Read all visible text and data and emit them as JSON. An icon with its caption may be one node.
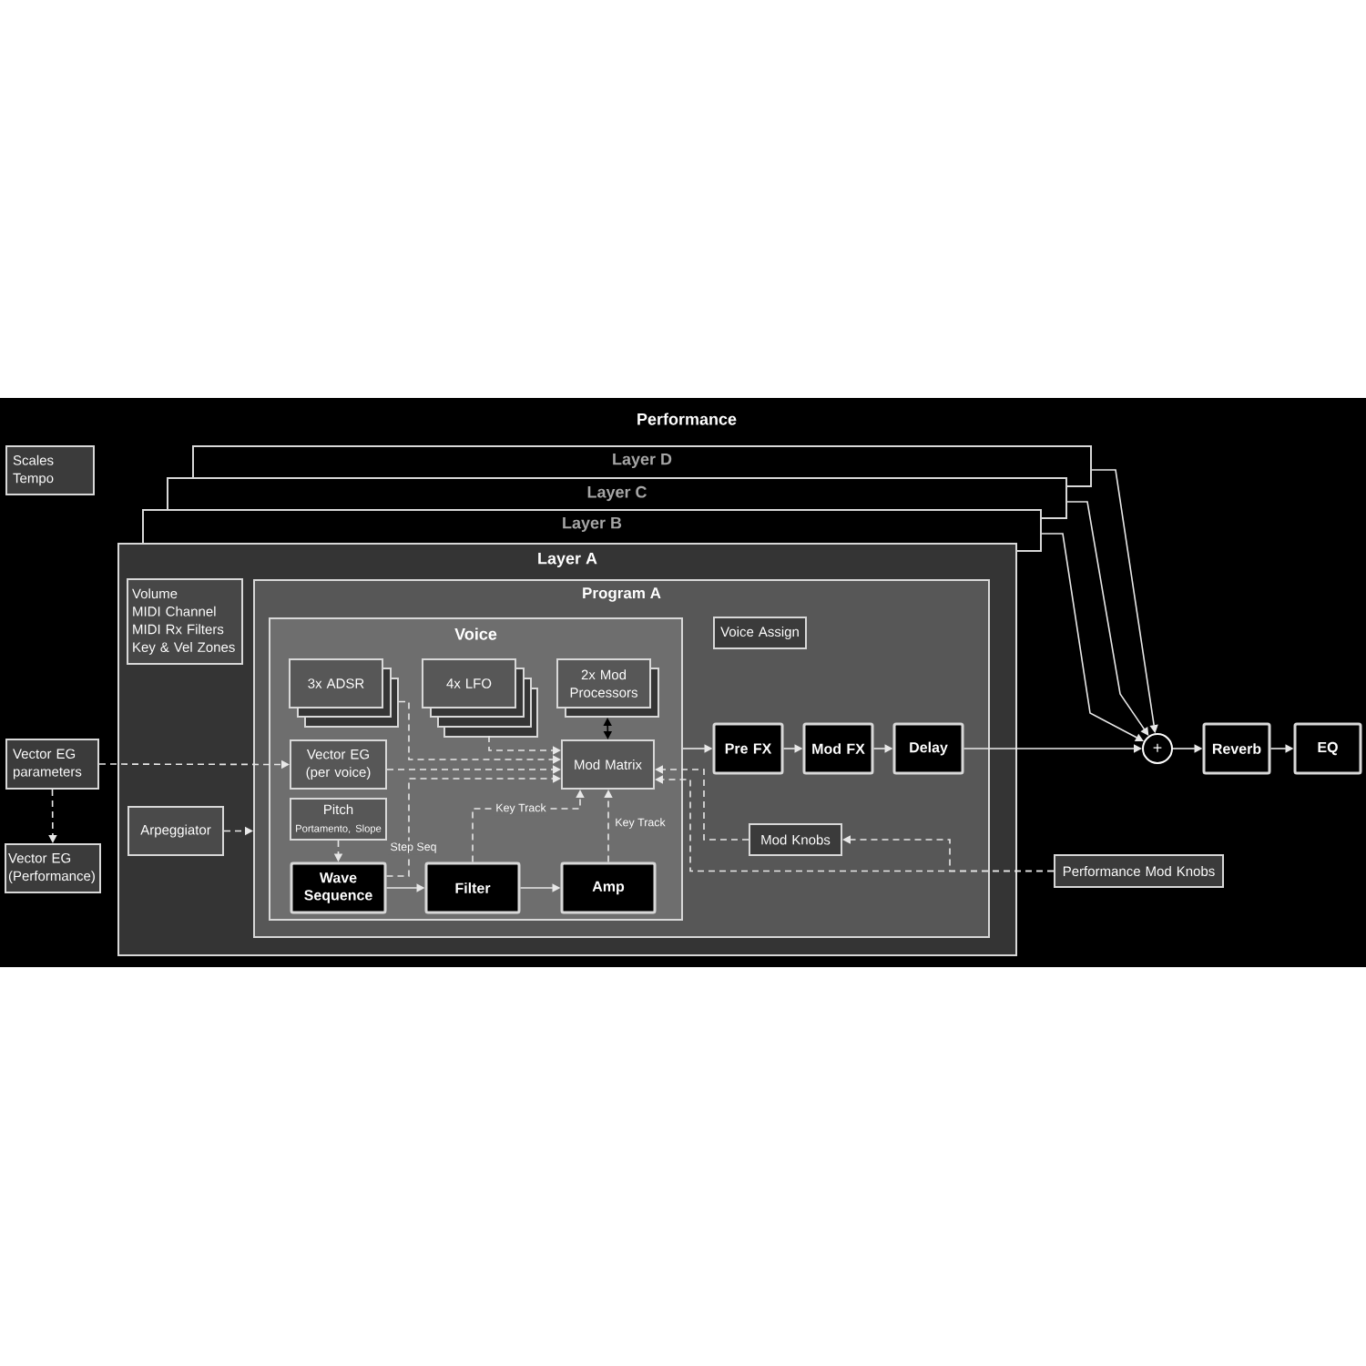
{
  "diagram": {
    "title": "Performance",
    "nodes": [
      {
        "text": [
          "Scales",
          "Tempo"
        ]
      },
      {
        "text": [
          "Layer D"
        ]
      },
      {
        "text": [
          "Layer C"
        ]
      },
      {
        "text": [
          "Layer B"
        ]
      },
      {
        "text": [
          "Layer A"
        ]
      },
      {
        "text": [
          "Volume",
          "MIDI Channel",
          "MIDI Rx Filters",
          "Key & Vel Zones"
        ],
        "in": 4
      },
      {
        "text": [
          "Program A"
        ],
        "in": 4
      },
      {
        "text": [
          "Voice"
        ],
        "in": 6
      },
      {
        "text": [
          "Voice Assign"
        ],
        "in": 6
      },
      {
        "text": [
          "3x ADSR"
        ],
        "in": 7
      },
      {
        "text": [
          "4x LFO"
        ],
        "in": 7
      },
      {
        "text": [
          "2x Mod Processors"
        ],
        "in": 7
      },
      {
        "text": [
          "Pre FX"
        ],
        "in": 6
      },
      {
        "text": [
          "Mod FX"
        ],
        "in": 6
      },
      {
        "text": [
          "Delay"
        ],
        "in": 6
      },
      {
        "text": [
          "+"
        ]
      },
      {
        "text": [
          "Reverb"
        ]
      },
      {
        "text": [
          "EQ"
        ]
      },
      {
        "text": [
          "Vector EG parameters"
        ]
      },
      {
        "text": [
          "Vector EG (per voice)"
        ],
        "in": 7
      },
      {
        "text": [
          "Mod Matrix"
        ],
        "in": 7
      },
      {
        "text": [
          "Pitch",
          "Portamento, Slope"
        ],
        "in": 7
      },
      {
        "text": [
          "Arpeggiator"
        ],
        "in": 4
      },
      {
        "text": [
          "Mod Knobs"
        ],
        "in": 6
      },
      {
        "text": [
          "Vector EG (Performance)"
        ]
      },
      {
        "text": [
          "Wave Sequence"
        ],
        "in": 7
      },
      {
        "text": [
          "Filter"
        ],
        "in": 7
      },
      {
        "text": [
          "Amp"
        ],
        "in": 7
      },
      {
        "text": [
          "Performance Mod Knobs"
        ]
      }
    ],
    "edges": [
      {
        "from": 1,
        "to": 15,
        "arrow": "to"
      },
      {
        "from": 2,
        "to": 15,
        "arrow": "to"
      },
      {
        "from": 3,
        "to": 15,
        "arrow": "to"
      },
      {
        "from": 7,
        "to": 12,
        "arrow": "to"
      },
      {
        "from": 12,
        "to": 13,
        "arrow": "to"
      },
      {
        "from": 13,
        "to": 14,
        "arrow": "to"
      },
      {
        "from": 14,
        "to": 15,
        "arrow": "to"
      },
      {
        "from": 15,
        "to": 16,
        "arrow": "to"
      },
      {
        "from": 16,
        "to": 17,
        "arrow": "to"
      },
      {
        "from": 11,
        "to": 20,
        "arrow": "both",
        "color": "#000000"
      },
      {
        "from": 9,
        "to": 20,
        "arrow": "to",
        "style": "dashed"
      },
      {
        "from": 10,
        "to": 20,
        "arrow": "to",
        "style": "dashed"
      },
      {
        "from": 18,
        "to": 19,
        "arrow": "to",
        "style": "dashed"
      },
      {
        "from": 18,
        "to": 24,
        "arrow": "to",
        "style": "dashed"
      },
      {
        "from": 19,
        "to": 20,
        "arrow": "to",
        "style": "dashed"
      },
      {
        "from": 25,
        "to": 20,
        "arrow": "to",
        "style": "dashed",
        "label": "Step Seq"
      },
      {
        "from": 21,
        "to": 25,
        "arrow": "to",
        "style": "dashed"
      },
      {
        "from": 22,
        "to": 6,
        "arrow": "to",
        "style": "dashed"
      },
      {
        "from": 26,
        "to": 20,
        "arrow": "to",
        "style": "dashed",
        "label": "Key Track"
      },
      {
        "from": 27,
        "to": 20,
        "arrow": "to",
        "style": "dashed",
        "label": "Key Track"
      },
      {
        "from": 25,
        "to": 26,
        "arrow": "to"
      },
      {
        "from": 26,
        "to": 27,
        "arrow": "to"
      },
      {
        "from": 23,
        "to": 20,
        "arrow": "to",
        "style": "dashed"
      },
      {
        "from": 28,
        "to": 20,
        "arrow": "to",
        "style": "dashed"
      },
      {
        "from": 28,
        "to": 23,
        "arrow": "to",
        "style": "dashed"
      }
    ]
  }
}
